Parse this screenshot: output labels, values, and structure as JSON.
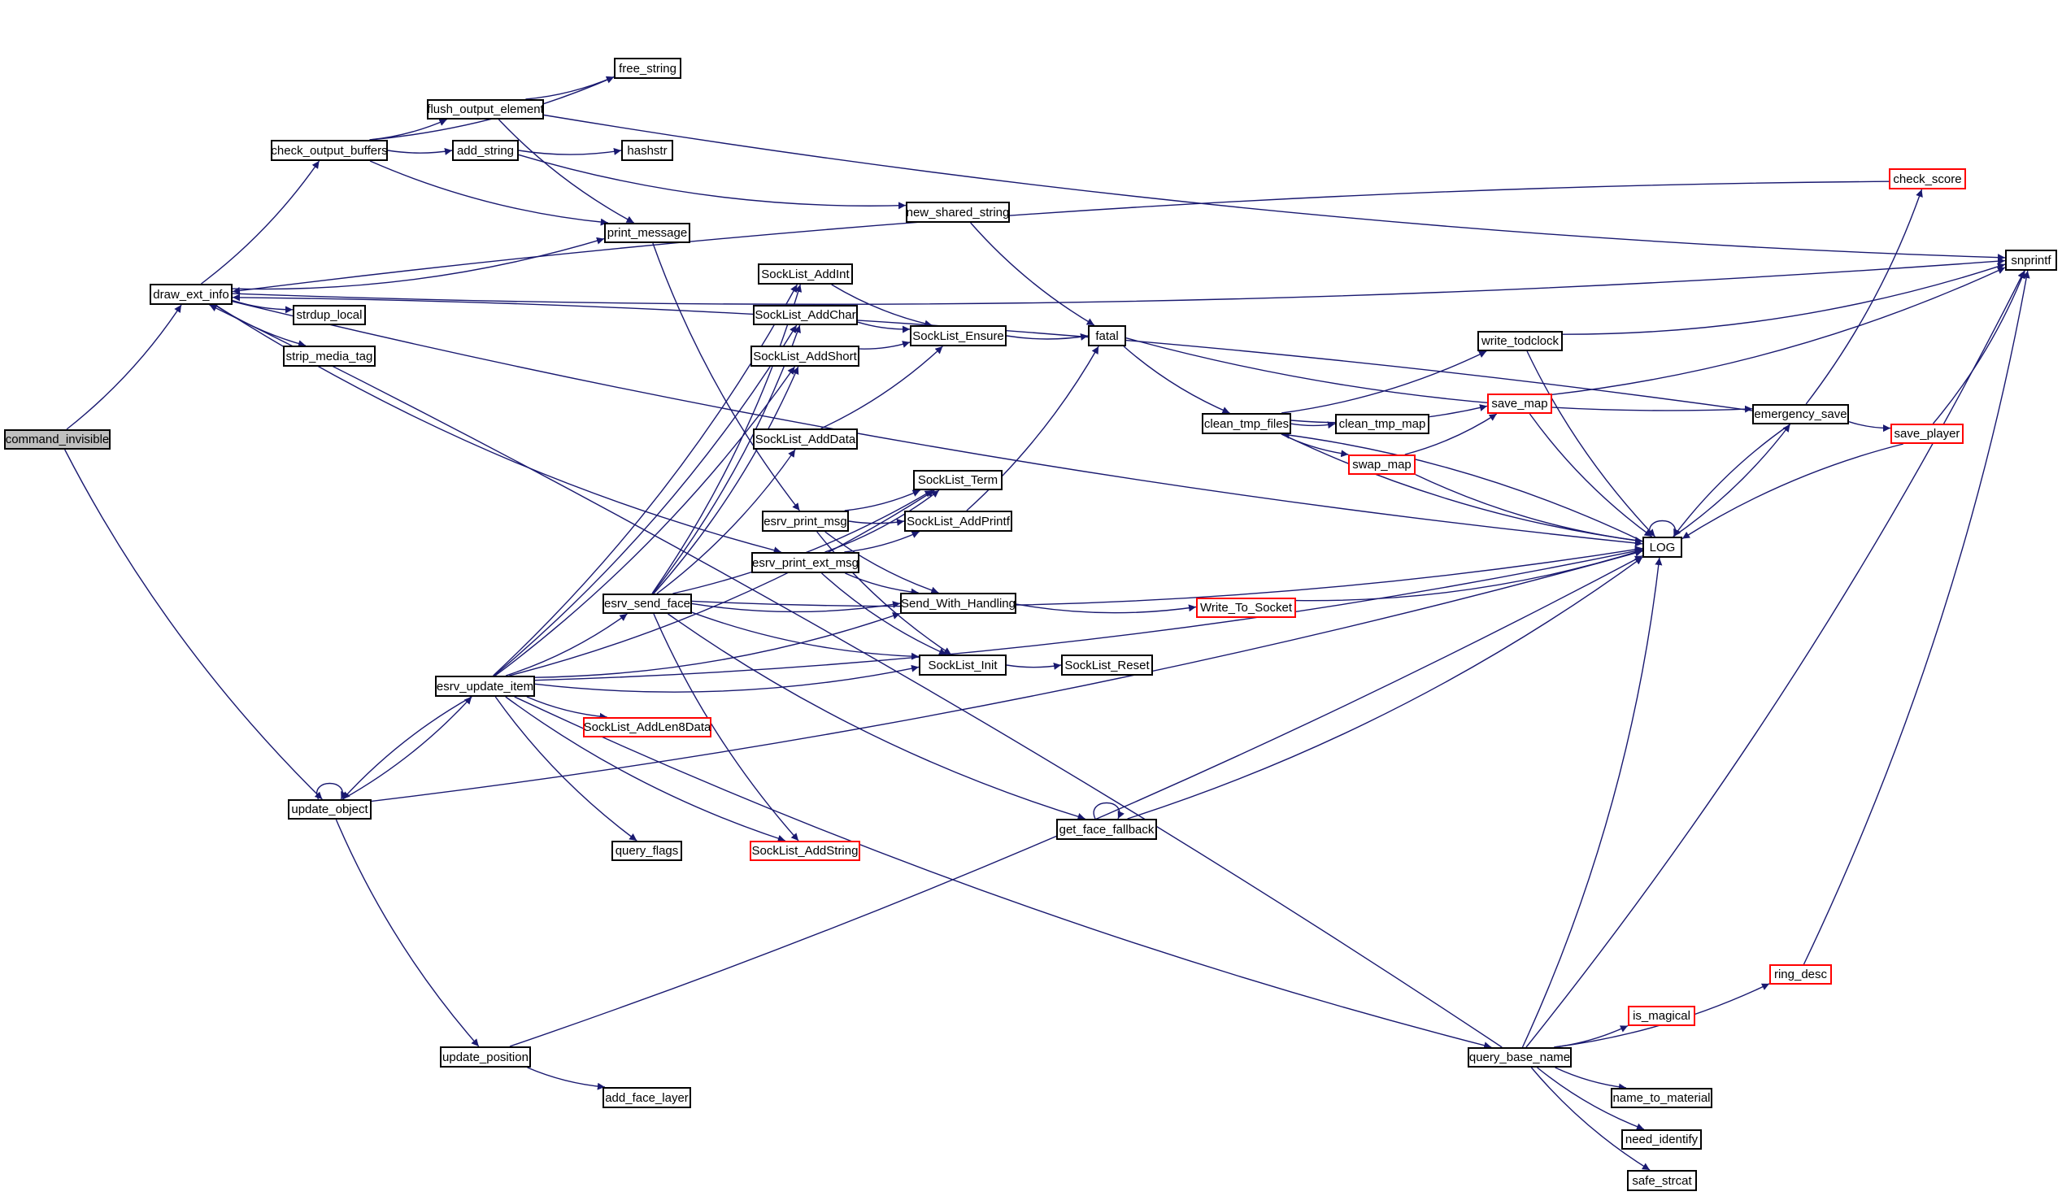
{
  "diagram": {
    "type": "call-graph",
    "colors": {
      "edge": "#191970",
      "node_border": "#000000",
      "node_border_truncated": "#ff0000",
      "root_fill": "#bfbfbf",
      "node_fill": "#ffffff"
    },
    "nodes": [
      {
        "id": "command_invisible",
        "label": "command_invisible",
        "style": "root"
      },
      {
        "id": "draw_ext_info",
        "label": "draw_ext_info",
        "style": "normal"
      },
      {
        "id": "check_output_buffers",
        "label": "check_output_buffers",
        "style": "normal"
      },
      {
        "id": "flush_output_element",
        "label": "flush_output_element",
        "style": "normal"
      },
      {
        "id": "free_string",
        "label": "free_string",
        "style": "normal"
      },
      {
        "id": "add_string",
        "label": "add_string",
        "style": "normal"
      },
      {
        "id": "hashstr",
        "label": "hashstr",
        "style": "normal"
      },
      {
        "id": "print_message",
        "label": "print_message",
        "style": "normal"
      },
      {
        "id": "new_shared_string",
        "label": "new_shared_string",
        "style": "normal"
      },
      {
        "id": "strdup_local",
        "label": "strdup_local",
        "style": "normal"
      },
      {
        "id": "strip_media_tag",
        "label": "strip_media_tag",
        "style": "normal"
      },
      {
        "id": "SockList_AddInt",
        "label": "SockList_AddInt",
        "style": "normal"
      },
      {
        "id": "SockList_AddChar",
        "label": "SockList_AddChar",
        "style": "normal"
      },
      {
        "id": "SockList_AddShort",
        "label": "SockList_AddShort",
        "style": "normal"
      },
      {
        "id": "SockList_AddData",
        "label": "SockList_AddData",
        "style": "normal"
      },
      {
        "id": "SockList_Ensure",
        "label": "SockList_Ensure",
        "style": "normal"
      },
      {
        "id": "fatal",
        "label": "fatal",
        "style": "normal"
      },
      {
        "id": "SockList_Term",
        "label": "SockList_Term",
        "style": "normal"
      },
      {
        "id": "esrv_print_msg",
        "label": "esrv_print_msg",
        "style": "normal"
      },
      {
        "id": "SockList_AddPrintf",
        "label": "SockList_AddPrintf",
        "style": "normal"
      },
      {
        "id": "esrv_print_ext_msg",
        "label": "esrv_print_ext_msg",
        "style": "normal"
      },
      {
        "id": "esrv_send_face",
        "label": "esrv_send_face",
        "style": "normal"
      },
      {
        "id": "Send_With_Handling",
        "label": "Send_With_Handling",
        "style": "normal"
      },
      {
        "id": "Write_To_Socket",
        "label": "Write_To_Socket",
        "style": "truncated"
      },
      {
        "id": "esrv_update_item",
        "label": "esrv_update_item",
        "style": "normal"
      },
      {
        "id": "SockList_Init",
        "label": "SockList_Init",
        "style": "normal"
      },
      {
        "id": "SockList_Reset",
        "label": "SockList_Reset",
        "style": "normal"
      },
      {
        "id": "SockList_AddLen8Data",
        "label": "SockList_AddLen8Data",
        "style": "truncated"
      },
      {
        "id": "update_object",
        "label": "update_object",
        "style": "normal"
      },
      {
        "id": "query_flags",
        "label": "query_flags",
        "style": "normal"
      },
      {
        "id": "SockList_AddString",
        "label": "SockList_AddString",
        "style": "truncated"
      },
      {
        "id": "get_face_fallback",
        "label": "get_face_fallback",
        "style": "normal"
      },
      {
        "id": "update_position",
        "label": "update_position",
        "style": "normal"
      },
      {
        "id": "add_face_layer",
        "label": "add_face_layer",
        "style": "normal"
      },
      {
        "id": "clean_tmp_files",
        "label": "clean_tmp_files",
        "style": "normal"
      },
      {
        "id": "clean_tmp_map",
        "label": "clean_tmp_map",
        "style": "normal"
      },
      {
        "id": "write_todclock",
        "label": "write_todclock",
        "style": "normal"
      },
      {
        "id": "save_map",
        "label": "save_map",
        "style": "truncated"
      },
      {
        "id": "swap_map",
        "label": "swap_map",
        "style": "truncated"
      },
      {
        "id": "LOG",
        "label": "LOG",
        "style": "normal"
      },
      {
        "id": "emergency_save",
        "label": "emergency_save",
        "style": "normal"
      },
      {
        "id": "check_score",
        "label": "check_score",
        "style": "truncated"
      },
      {
        "id": "save_player",
        "label": "save_player",
        "style": "truncated"
      },
      {
        "id": "snprintf",
        "label": "snprintf",
        "style": "normal"
      },
      {
        "id": "query_base_name",
        "label": "query_base_name",
        "style": "normal"
      },
      {
        "id": "ring_desc",
        "label": "ring_desc",
        "style": "truncated"
      },
      {
        "id": "is_magical",
        "label": "is_magical",
        "style": "truncated"
      },
      {
        "id": "name_to_material",
        "label": "name_to_material",
        "style": "normal"
      },
      {
        "id": "need_identify",
        "label": "need_identify",
        "style": "normal"
      },
      {
        "id": "safe_strcat",
        "label": "safe_strcat",
        "style": "normal"
      }
    ],
    "edges": [
      [
        "command_invisible",
        "draw_ext_info"
      ],
      [
        "command_invisible",
        "update_object"
      ],
      [
        "draw_ext_info",
        "check_output_buffers"
      ],
      [
        "draw_ext_info",
        "print_message"
      ],
      [
        "draw_ext_info",
        "strdup_local"
      ],
      [
        "draw_ext_info",
        "strip_media_tag"
      ],
      [
        "draw_ext_info",
        "LOG"
      ],
      [
        "draw_ext_info",
        "esrv_print_ext_msg"
      ],
      [
        "draw_ext_info",
        "snprintf"
      ],
      [
        "check_output_buffers",
        "flush_output_element"
      ],
      [
        "check_output_buffers",
        "add_string"
      ],
      [
        "check_output_buffers",
        "free_string"
      ],
      [
        "check_output_buffers",
        "print_message"
      ],
      [
        "flush_output_element",
        "free_string"
      ],
      [
        "flush_output_element",
        "print_message"
      ],
      [
        "flush_output_element",
        "snprintf"
      ],
      [
        "add_string",
        "hashstr"
      ],
      [
        "add_string",
        "new_shared_string"
      ],
      [
        "new_shared_string",
        "fatal"
      ],
      [
        "print_message",
        "esrv_print_msg"
      ],
      [
        "check_score",
        "draw_ext_info"
      ],
      [
        "emergency_save",
        "draw_ext_info"
      ],
      [
        "query_base_name",
        "draw_ext_info"
      ],
      [
        "esrv_update_item",
        "SockList_AddInt"
      ],
      [
        "esrv_update_item",
        "SockList_AddChar"
      ],
      [
        "esrv_update_item",
        "SockList_AddShort"
      ],
      [
        "esrv_update_item",
        "esrv_send_face"
      ],
      [
        "esrv_update_item",
        "SockList_Term"
      ],
      [
        "esrv_update_item",
        "Send_With_Handling"
      ],
      [
        "esrv_update_item",
        "SockList_Init"
      ],
      [
        "esrv_update_item",
        "SockList_AddLen8Data"
      ],
      [
        "esrv_update_item",
        "SockList_AddString"
      ],
      [
        "esrv_update_item",
        "query_flags"
      ],
      [
        "esrv_update_item",
        "LOG"
      ],
      [
        "esrv_update_item",
        "query_base_name"
      ],
      [
        "esrv_update_item",
        "update_object"
      ],
      [
        "esrv_send_face",
        "SockList_AddInt"
      ],
      [
        "esrv_send_face",
        "SockList_AddChar"
      ],
      [
        "esrv_send_face",
        "SockList_AddShort"
      ],
      [
        "esrv_send_face",
        "SockList_AddData"
      ],
      [
        "esrv_send_face",
        "SockList_Term"
      ],
      [
        "esrv_send_face",
        "Send_With_Handling"
      ],
      [
        "esrv_send_face",
        "SockList_Init"
      ],
      [
        "esrv_send_face",
        "SockList_AddString"
      ],
      [
        "esrv_send_face",
        "get_face_fallback"
      ],
      [
        "esrv_send_face",
        "LOG"
      ],
      [
        "SockList_AddInt",
        "SockList_Ensure"
      ],
      [
        "SockList_AddChar",
        "SockList_Ensure"
      ],
      [
        "SockList_AddShort",
        "SockList_Ensure"
      ],
      [
        "SockList_AddData",
        "SockList_Ensure"
      ],
      [
        "SockList_Ensure",
        "fatal"
      ],
      [
        "esrv_print_msg",
        "SockList_Term"
      ],
      [
        "esrv_print_msg",
        "SockList_AddPrintf"
      ],
      [
        "esrv_print_msg",
        "Send_With_Handling"
      ],
      [
        "esrv_print_msg",
        "SockList_Init"
      ],
      [
        "esrv_print_ext_msg",
        "SockList_Term"
      ],
      [
        "esrv_print_ext_msg",
        "SockList_AddPrintf"
      ],
      [
        "esrv_print_ext_msg",
        "Send_With_Handling"
      ],
      [
        "esrv_print_ext_msg",
        "SockList_Init"
      ],
      [
        "SockList_AddPrintf",
        "fatal"
      ],
      [
        "Send_With_Handling",
        "Write_To_Socket"
      ],
      [
        "SockList_Init",
        "SockList_Reset"
      ],
      [
        "Write_To_Socket",
        "LOG"
      ],
      [
        "fatal",
        "clean_tmp_files"
      ],
      [
        "fatal",
        "emergency_save"
      ],
      [
        "clean_tmp_files",
        "write_todclock"
      ],
      [
        "clean_tmp_files",
        "save_map"
      ],
      [
        "clean_tmp_files",
        "clean_tmp_map"
      ],
      [
        "clean_tmp_files",
        "swap_map"
      ],
      [
        "clean_tmp_files",
        "LOG"
      ],
      [
        "LOG",
        "clean_tmp_files"
      ],
      [
        "LOG",
        "LOG"
      ],
      [
        "LOG",
        "emergency_save"
      ],
      [
        "write_todclock",
        "LOG"
      ],
      [
        "write_todclock",
        "snprintf"
      ],
      [
        "save_map",
        "LOG"
      ],
      [
        "save_map",
        "snprintf"
      ],
      [
        "swap_map",
        "save_map"
      ],
      [
        "swap_map",
        "LOG"
      ],
      [
        "emergency_save",
        "check_score"
      ],
      [
        "emergency_save",
        "save_player"
      ],
      [
        "emergency_save",
        "LOG"
      ],
      [
        "save_player",
        "snprintf"
      ],
      [
        "save_player",
        "LOG"
      ],
      [
        "update_object",
        "update_object"
      ],
      [
        "update_object",
        "esrv_update_item"
      ],
      [
        "update_object",
        "update_position"
      ],
      [
        "update_object",
        "LOG"
      ],
      [
        "update_position",
        "add_face_layer"
      ],
      [
        "update_position",
        "LOG"
      ],
      [
        "get_face_fallback",
        "get_face_fallback"
      ],
      [
        "get_face_fallback",
        "LOG"
      ],
      [
        "query_base_name",
        "ring_desc"
      ],
      [
        "query_base_name",
        "is_magical"
      ],
      [
        "query_base_name",
        "name_to_material"
      ],
      [
        "query_base_name",
        "need_identify"
      ],
      [
        "query_base_name",
        "safe_strcat"
      ],
      [
        "query_base_name",
        "snprintf"
      ],
      [
        "query_base_name",
        "LOG"
      ],
      [
        "ring_desc",
        "snprintf"
      ]
    ]
  }
}
